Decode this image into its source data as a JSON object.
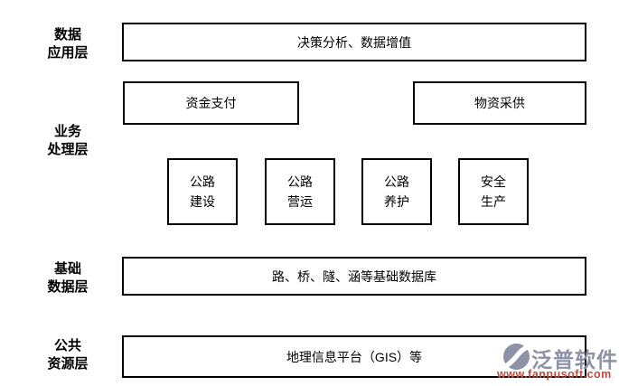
{
  "diagram": {
    "background_color": "#ffffff",
    "border_color": "#000000",
    "text_color": "#000000",
    "layers": [
      {
        "name": "data-application-layer",
        "label": [
          "数据",
          "应用层"
        ],
        "boxes": [
          {
            "name": "decision-analysis",
            "lines": [
              "决策分析、数据增值"
            ]
          }
        ]
      },
      {
        "name": "business-processing-layer",
        "label": [
          "业务",
          "处理层"
        ],
        "boxes": [
          {
            "name": "fund-payment",
            "lines": [
              "资金支付"
            ]
          },
          {
            "name": "material-procurement",
            "lines": [
              "物资采供"
            ]
          },
          {
            "name": "road-construction",
            "lines": [
              "公路",
              "建设"
            ]
          },
          {
            "name": "road-operation",
            "lines": [
              "公路",
              "营运"
            ]
          },
          {
            "name": "road-maintenance",
            "lines": [
              "公路",
              "养护"
            ]
          },
          {
            "name": "safety-production",
            "lines": [
              "安全",
              "生产"
            ]
          }
        ]
      },
      {
        "name": "basic-data-layer",
        "label": [
          "基础",
          "数据层"
        ],
        "boxes": [
          {
            "name": "basic-database",
            "lines": [
              "路、桥、隧、涵等基础数据库"
            ]
          }
        ]
      },
      {
        "name": "public-resource-layer",
        "label": [
          "公共",
          "资源层"
        ],
        "boxes": [
          {
            "name": "gis-platform",
            "lines": [
              "地理信息平台（GIS）等"
            ]
          }
        ]
      }
    ]
  },
  "watermark": {
    "brand": "泛普软件",
    "url": "www.fanpusoft.com",
    "brand_color": "#8d92a6",
    "url_color": "#bf4a3e",
    "logo_icon": "swoosh-circle-icon"
  }
}
